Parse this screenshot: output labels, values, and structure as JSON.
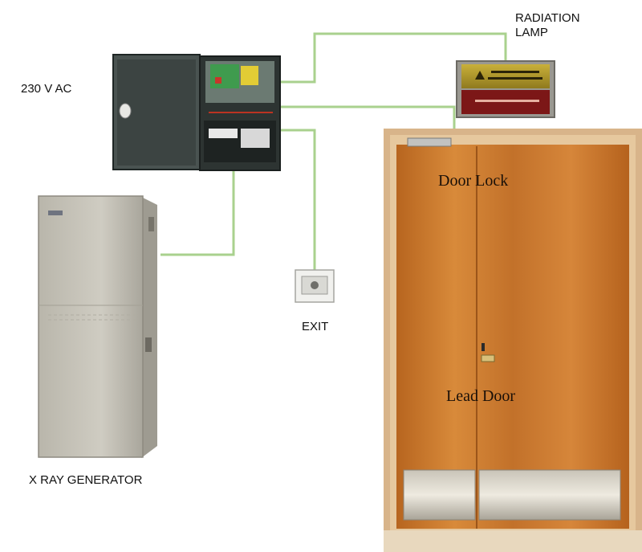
{
  "labels": {
    "power": "230 V AC",
    "lamp_line1": "RADIATION",
    "lamp_line2": "LAMP",
    "exit": "EXIT",
    "generator": "X RAY GENERATOR",
    "door_lock": "Door Lock",
    "lead_door": "Lead Door"
  },
  "colors": {
    "wire": "#a9d18e",
    "door_wood": "#d07a2c",
    "door_frame": "#d8b48a",
    "control_box": "#3a4240",
    "generator_body": "#c4c1b6",
    "lamp_top": "#a9922a",
    "lamp_bottom": "#7a1414"
  }
}
